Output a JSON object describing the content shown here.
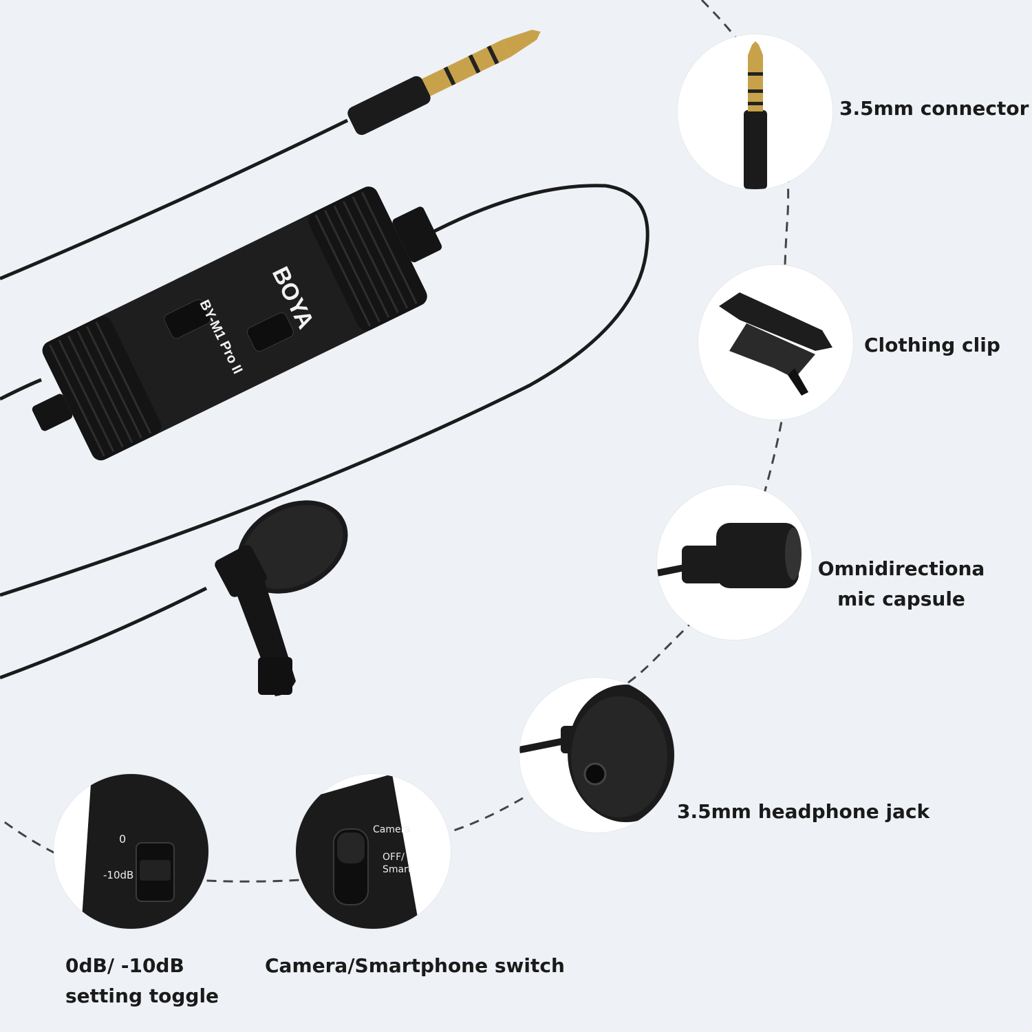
{
  "brand": "BOYA",
  "model": "BY-M1 Pro II",
  "features": {
    "connector": "3.5mm connector",
    "clip": "Clothing clip",
    "capsule_line1": "Omnidirectiona",
    "capsule_line2": "mic capsule",
    "headphone": "3.5mm headphone jack",
    "toggle_line1": "0dB/ -10dB",
    "toggle_line2": "setting toggle",
    "switch": "Camera/Smartphone switch"
  },
  "controls": {
    "gain_0": "0",
    "gain_10": "-10dB",
    "mode_camera": "Camera",
    "mode_smart": "OFF/ Smart"
  },
  "colors": {
    "background": "#eef1f5",
    "product": "#1b1b1b",
    "dash": "#444444",
    "gold": "#c8a24a"
  }
}
